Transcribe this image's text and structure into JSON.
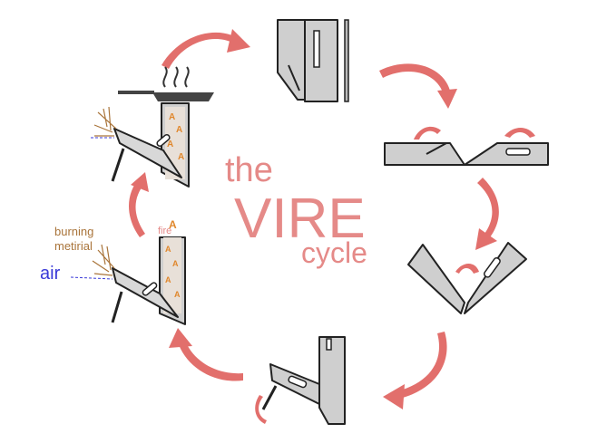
{
  "title": {
    "line1": "the",
    "line2": "VIRE",
    "line3": "cycle"
  },
  "labels": {
    "burning": "burning",
    "material": "metirial",
    "air": "air",
    "fire": "fire"
  },
  "colors": {
    "accent": "#e26f6c",
    "title": "#e58a88",
    "metal": "#cfcfcf",
    "outline": "#222222",
    "air": "#3a3ad8",
    "burning": "#a9743a",
    "flame": "#e0872c"
  }
}
